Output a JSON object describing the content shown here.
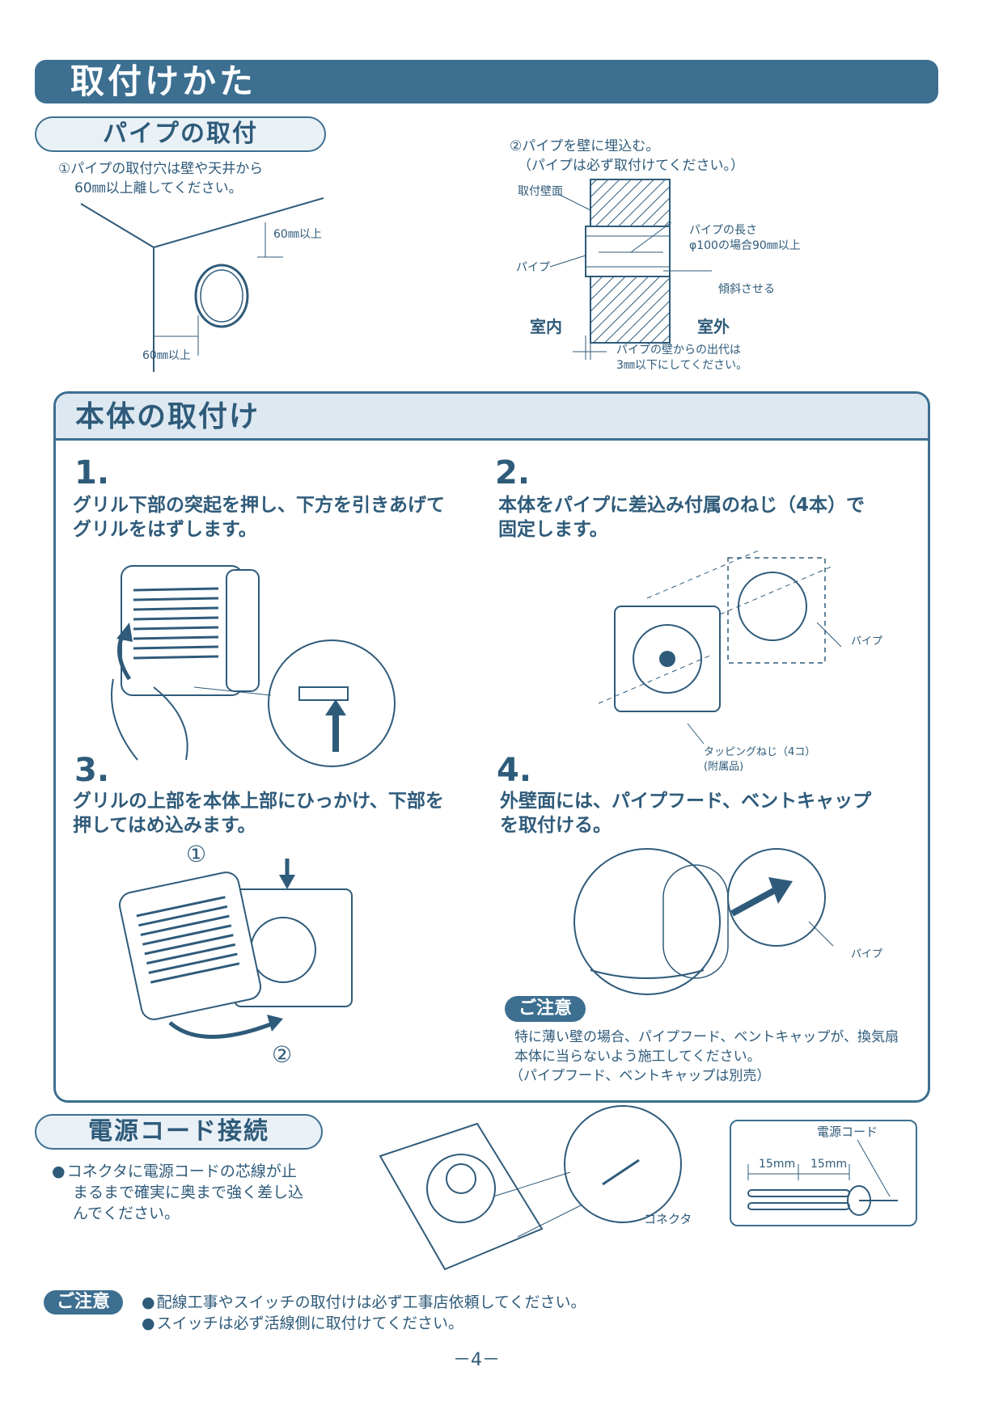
{
  "header": {
    "title": "取付けかた"
  },
  "pipe_section": {
    "title": "パイプの取付",
    "step1_line1": "①パイプの取付穴は壁や天井から",
    "step1_line2": "60㎜以上離してください。",
    "dim_top": "60㎜以上",
    "dim_bottom": "60㎜以上",
    "step2_line1": "②パイプを壁に埋込む。",
    "step2_line2": "（パイプは必ず取付けてください。）",
    "wall_label": "取付壁面",
    "pipe_label": "パイプ",
    "length_line1": "パイプの長さ",
    "length_line2": "φ100の場合90㎜以上",
    "slope_label": "傾斜させる",
    "indoor": "室内",
    "outdoor": "室外",
    "protrude_line1": "パイプの壁からの出代は",
    "protrude_line2": "3㎜以下にしてください。"
  },
  "body_section": {
    "title": "本体の取付け",
    "steps": [
      {
        "num": "1.",
        "line1": "グリル下部の突起を押し、下方を引きあげて",
        "line2": "グリルをはずします。"
      },
      {
        "num": "2.",
        "line1": "本体をパイプに差込み付属のねじ（4本）で",
        "line2": "固定します。"
      },
      {
        "num": "3.",
        "line1": "グリルの上部を本体上部にひっかけ、下部を",
        "line2": "押してはめ込みます。"
      },
      {
        "num": "4.",
        "line1": "外壁面には、パイプフード、ベントキャップ",
        "line2": "を取付ける。"
      }
    ],
    "pipe_label_2": "パイプ",
    "screw_line1": "タッピングねじ（4コ）",
    "screw_line2": "(附属品)",
    "circle1": "①",
    "circle2": "②",
    "pipe_label_4": "パイプ",
    "caution_badge": "ご注意",
    "caution_line1": "特に薄い壁の場合、パイプフード、ベントキャップが、換気扇",
    "caution_line2": "本体に当らないよう施工してください。",
    "caution_line3": "（パイプフード、ベントキャップは別売）"
  },
  "power_section": {
    "title": "電源コード接続",
    "text_line1": "コネクタに電源コードの芯線が止",
    "text_line2": "まるまで確実に奥まで強く差し込",
    "text_line3": "んでください。",
    "connector_label": "コネクタ",
    "cord_label": "電源コード",
    "dim1": "15mm",
    "dim2": "15mm"
  },
  "footer": {
    "caution_badge": "ご注意",
    "note1": "配線工事やスイッチの取付けは必ず工事店依頼してください。",
    "note2": "スイッチは必ず活線側に取付けてください。",
    "page_number": "－4－"
  },
  "colors": {
    "accent": "#3d6f91",
    "text": "#2f5b7a",
    "panel_bg": "#dde8f1"
  }
}
